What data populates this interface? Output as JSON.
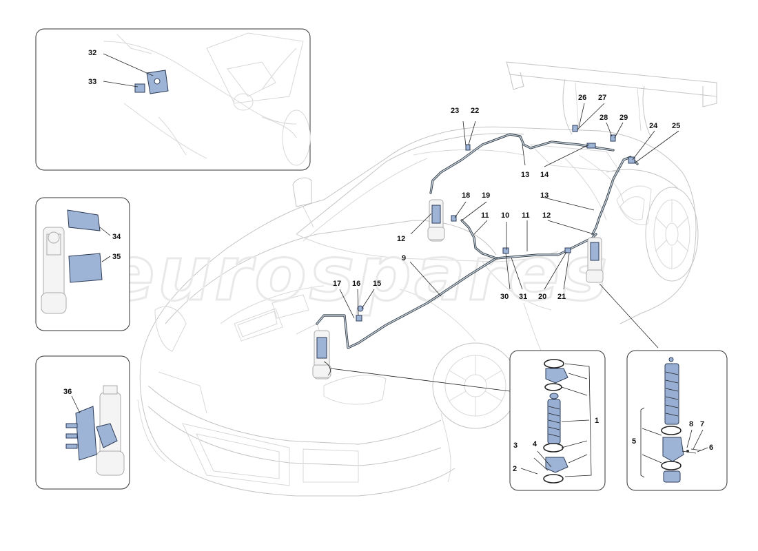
{
  "watermark": "eurospares",
  "colors": {
    "part_fill": "#9eb4d6",
    "outline": "#2b3a55",
    "body_line": "#c4c4c4",
    "pipe": "#2f3a44"
  },
  "callouts": {
    "n1": "1",
    "n2": "2",
    "n3": "3",
    "n4": "4",
    "n5": "5",
    "n6": "6",
    "n7": "7",
    "n8": "8",
    "n9": "9",
    "n10": "10",
    "n11a": "11",
    "n11b": "11",
    "n12a": "12",
    "n12b": "12",
    "n13a": "13",
    "n13b": "13",
    "n14": "14",
    "n15": "15",
    "n16": "16",
    "n17": "17",
    "n18": "18",
    "n19": "19",
    "n20": "20",
    "n21": "21",
    "n22": "22",
    "n23": "23",
    "n24": "24",
    "n25": "25",
    "n26": "26",
    "n27": "27",
    "n28": "28",
    "n29": "29",
    "n30": "30",
    "n31": "31",
    "n32": "32",
    "n33": "33",
    "n34": "34",
    "n35": "35",
    "n36": "36"
  }
}
